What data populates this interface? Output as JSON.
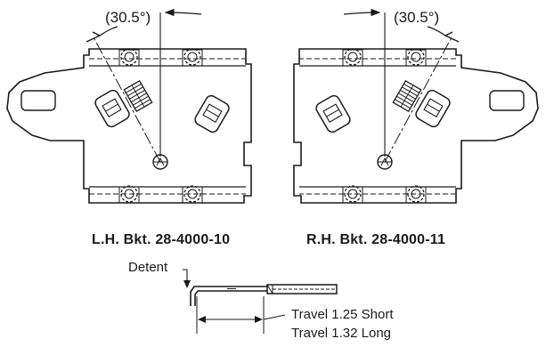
{
  "left_bracket": {
    "angle": "(30.5°)",
    "caption": "L.H. Bkt. 28-4000-10"
  },
  "right_bracket": {
    "angle": "(30.5°)",
    "caption": "R.H. Bkt. 28-4000-11"
  },
  "detent_detail": {
    "detent_label": "Detent",
    "travel_short": "Travel 1.25 Short",
    "travel_long": "Travel 1.32 Long"
  }
}
